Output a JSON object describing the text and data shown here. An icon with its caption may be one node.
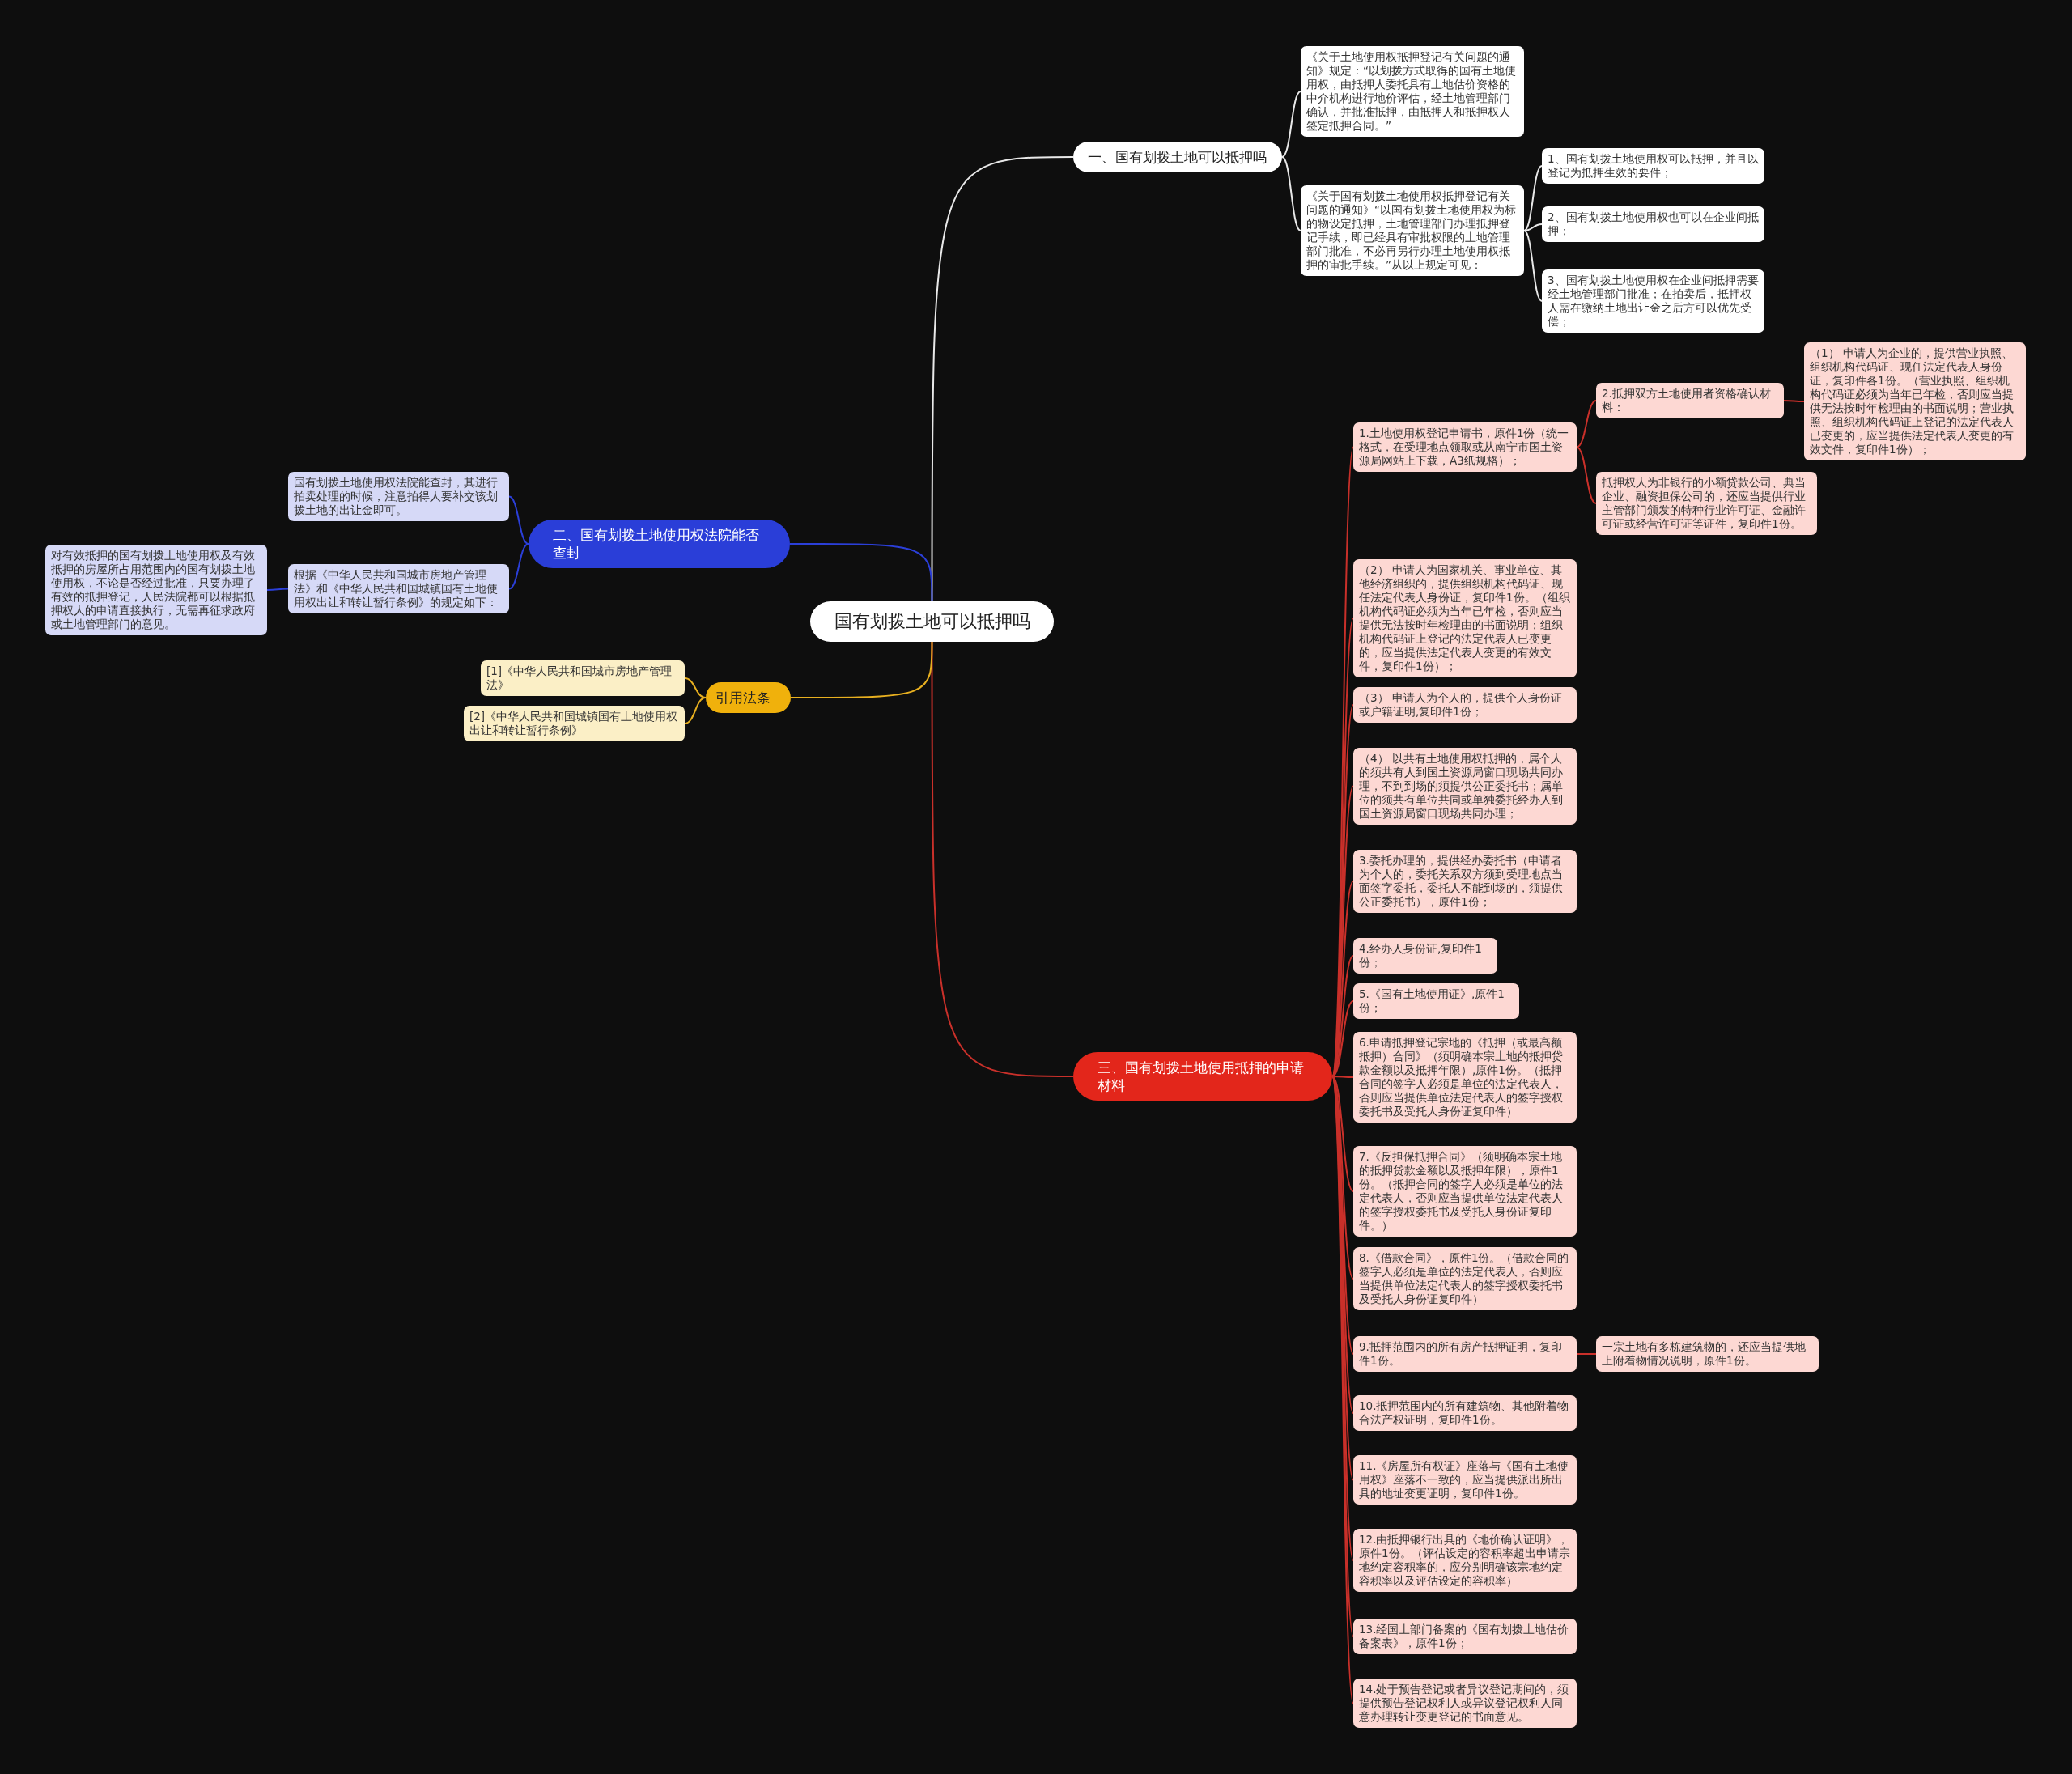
{
  "diagram": {
    "nodes": [
      {
        "text": [
          "国有划拨土地可以抵押吗"
        ]
      },
      {
        "text": [
          "一、国有划拨土地可以抵押吗"
        ]
      },
      {
        "text": [
          "《关于土地使用权抵押登记有关问题的通知》规定：“以划拨方式取得的国有土地使用权，由抵押人委托具有土地估价资格的中介机构进行地价评估，经土地管理部门确认，并批准抵押，由抵押人和抵押权人签定抵押合同。”"
        ]
      },
      {
        "text": [
          "《关于国有划拨土地使用权抵押登记有关问题的通知》“以国有划拨土地使用权为标的物设定抵押，土地管理部门办理抵押登记手续，即已经具有审批权限的土地管理部门批准，不必再另行办理土地使用权抵押的审批手续。”从以上规定可见："
        ]
      },
      {
        "text": [
          "1、国有划拨土地使用权可以抵押，并且以登记为抵押生效的要件；"
        ]
      },
      {
        "text": [
          "2、国有划拨土地使用权也可以在企业间抵押；"
        ]
      },
      {
        "text": [
          "3、国有划拨土地使用权在企业间抵押需要经土地管理部门批准；在拍卖后，抵押权人需在缴纳土地出让金之后方可以优先受偿；"
        ]
      },
      {
        "text": [
          "三、国有划拨土地使用抵押的申请材料"
        ]
      },
      {
        "text": [
          "1.土地使用权登记申请书，原件1份（统一格式，在受理地点领取或从南宁市国土资源局网站上下载，A3纸规格）；"
        ]
      },
      {
        "text": [
          "2.抵押双方土地使用者资格确认材料："
        ]
      },
      {
        "text": [
          "（1） 申请人为企业的，提供营业执照、组织机构代码证、现任法定代表人身份证，复印件各1份。（营业执照、组织机构代码证必须为当年已年检，否则应当提供无法按时年检理由的书面说明；营业执照、组织机构代码证上登记的法定代表人已变更的，应当提供法定代表人变更的有效文件，复印件1份）；"
        ]
      },
      {
        "text": [
          "抵押权人为非银行的小额贷款公司、典当企业、融资担保公司的，还应当提供行业主管部门颁发的特种行业许可证、金融许可证或经营许可证等证件，复印件1份。"
        ]
      },
      {
        "text": [
          "（2） 申请人为国家机关、事业单位、其他经济组织的，提供组织机构代码证、现任法定代表人身份证，复印件1份。（组织机构代码证必须为当年已年检，否则应当提供无法按时年检理由的书面说明；组织机构代码证上登记的法定代表人已变更的，应当提供法定代表人变更的有效文件，复印件1份）；"
        ]
      },
      {
        "text": [
          "（3） 申请人为个人的，提供个人身份证或户籍证明,复印件1份；"
        ]
      },
      {
        "text": [
          "（4） 以共有土地使用权抵押的，属个人的须共有人到国土资源局窗口现场共同办理，不到到场的须提供公正委托书；属单位的须共有单位共同或单独委托经办人到国土资源局窗口现场共同办理；"
        ]
      },
      {
        "text": [
          "3.委托办理的，提供经办委托书（申请者为个人的，委托关系双方须到受理地点当面签字委托，委托人不能到场的，须提供公正委托书），原件1份；"
        ]
      },
      {
        "text": [
          "4.经办人身份证,复印件1份；"
        ]
      },
      {
        "text": [
          "5.《国有土地使用证》,原件1份；"
        ]
      },
      {
        "text": [
          "6.申请抵押登记宗地的《抵押（或最高额抵押）合同》（须明确本宗土地的抵押贷款金额以及抵押年限）,原件1份。（抵押合同的签字人必须是单位的法定代表人，否则应当提供单位法定代表人的签字授权委托书及受托人身份证复印件）"
        ]
      },
      {
        "text": [
          "7.《反担保抵押合同》（须明确本宗土地的抵押贷款金额以及抵押年限），原件1份。（抵押合同的签字人必须是单位的法定代表人，否则应当提供单位法定代表人的签字授权委托书及受托人身份证复印件。）"
        ]
      },
      {
        "text": [
          "8.《借款合同》，原件1份。（借款合同的签字人必须是单位的法定代表人，否则应当提供单位法定代表人的签字授权委托书及受托人身份证复印件）"
        ]
      },
      {
        "text": [
          "9.抵押范围内的所有房产抵押证明，复印件1份。"
        ]
      },
      {
        "text": [
          "一宗土地有多栋建筑物的，还应当提供地上附着物情况说明，原件1份。"
        ]
      },
      {
        "text": [
          "10.抵押范围内的所有建筑物、其他附着物合法产权证明，复印件1份。"
        ]
      },
      {
        "text": [
          "11.《房屋所有权证》座落与《国有土地使用权》座落不一致的，应当提供派出所出具的地址变更证明，复印件1份。"
        ]
      },
      {
        "text": [
          "12.由抵押银行出具的《地价确认证明》，原件1份。（评估设定的容积率超出申请宗地约定容积率的，应分别明确该宗地约定容积率以及评估设定的容积率）"
        ]
      },
      {
        "text": [
          "13.经国土部门备案的《国有划拨土地估价备案表》，原件1份；"
        ]
      },
      {
        "text": [
          "14.处于预告登记或者异议登记期间的，须提供预告登记权利人或异议登记权利人同意办理转让变更登记的书面意见。"
        ]
      },
      {
        "text": [
          "二、国有划拨土地使用权法院能否查封"
        ]
      },
      {
        "text": [
          "国有划拨土地使用权法院能查封，其进行拍卖处理的时候，注意拍得人要补交该划拨土地的出让金即可。"
        ]
      },
      {
        "text": [
          "根据《中华人民共和国城市房地产管理法》和《中华人民共和国城镇国有土地使用权出让和转让暂行条例》的规定如下："
        ]
      },
      {
        "text": [
          "对有效抵押的国有划拨土地使用权及有效抵押的房屋所占用范围内的国有划拨土地使用权，不论是否经过批准，只要办理了有效的抵押登记，人民法院都可以根据抵押权人的申请直接执行，无需再征求政府或土地管理部门的意见。"
        ]
      },
      {
        "text": [
          "引用法条"
        ]
      },
      {
        "text": [
          "[1]《中华人民共和国城市房地产管理法》"
        ]
      },
      {
        "text": [
          "[2]《中华人民共和国城镇国有土地使用权出让和转让暂行条例》"
        ]
      }
    ],
    "edges": [
      {
        "from": 0,
        "to": 1,
        "arrow": "none",
        "color": "#e8e8e8"
      },
      {
        "from": 1,
        "to": 2,
        "arrow": "none",
        "color": "#e8e8e8"
      },
      {
        "from": 1,
        "to": 3,
        "arrow": "none",
        "color": "#e8e8e8"
      },
      {
        "from": 3,
        "to": 4,
        "arrow": "none",
        "color": "#e8e8e8"
      },
      {
        "from": 3,
        "to": 5,
        "arrow": "none",
        "color": "#e8e8e8"
      },
      {
        "from": 3,
        "to": 6,
        "arrow": "none",
        "color": "#e8e8e8"
      },
      {
        "from": 0,
        "to": 7,
        "arrow": "none"
      },
      {
        "from": 7,
        "to": 8,
        "arrow": "none"
      },
      {
        "from": 8,
        "to": 9,
        "arrow": "none"
      },
      {
        "from": 9,
        "to": 10,
        "arrow": "none"
      },
      {
        "from": 8,
        "to": 11,
        "arrow": "none"
      },
      {
        "from": 7,
        "to": 12,
        "arrow": "none"
      },
      {
        "from": 7,
        "to": 13,
        "arrow": "none"
      },
      {
        "from": 7,
        "to": 14,
        "arrow": "none"
      },
      {
        "from": 7,
        "to": 15,
        "arrow": "none"
      },
      {
        "from": 7,
        "to": 16,
        "arrow": "none"
      },
      {
        "from": 7,
        "to": 17,
        "arrow": "none"
      },
      {
        "from": 7,
        "to": 18,
        "arrow": "none"
      },
      {
        "from": 7,
        "to": 19,
        "arrow": "none"
      },
      {
        "from": 7,
        "to": 20,
        "arrow": "none"
      },
      {
        "from": 7,
        "to": 21,
        "arrow": "none"
      },
      {
        "from": 21,
        "to": 22,
        "arrow": "none"
      },
      {
        "from": 7,
        "to": 23,
        "arrow": "none"
      },
      {
        "from": 7,
        "to": 24,
        "arrow": "none"
      },
      {
        "from": 7,
        "to": 25,
        "arrow": "none"
      },
      {
        "from": 7,
        "to": 26,
        "arrow": "none"
      },
      {
        "from": 7,
        "to": 27,
        "arrow": "none"
      },
      {
        "from": 0,
        "to": 28,
        "arrow": "none",
        "color": "#2b3fd8"
      },
      {
        "from": 28,
        "to": 29,
        "arrow": "none",
        "color": "#2b3fd8"
      },
      {
        "from": 28,
        "to": 30,
        "arrow": "none",
        "color": "#2b3fd8"
      },
      {
        "from": 30,
        "to": 31,
        "arrow": "none",
        "color": "#2b3fd8"
      },
      {
        "from": 0,
        "to": 32,
        "arrow": "none",
        "color": "#e8b020"
      },
      {
        "from": 32,
        "to": 33,
        "arrow": "none",
        "color": "#e8b020"
      },
      {
        "from": 32,
        "to": 34,
        "arrow": "none",
        "color": "#e8b020"
      }
    ]
  }
}
